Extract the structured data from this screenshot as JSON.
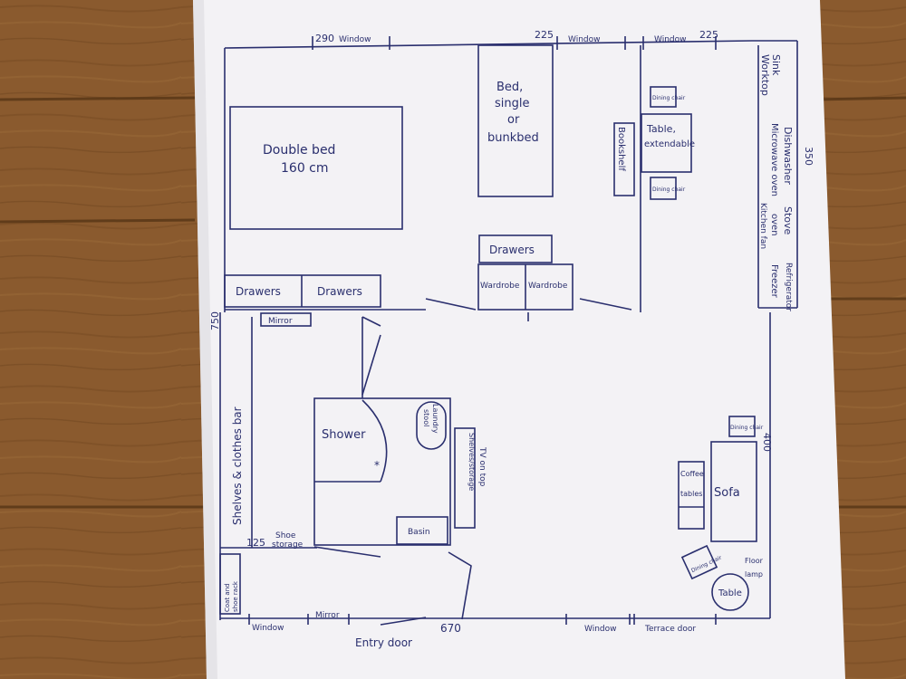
{
  "colors": {
    "wood": "#8a5a2e",
    "wood_dark": "#6e4520",
    "paper": "#f3f2f5",
    "ink": "#2a2f6e"
  },
  "rooms": {
    "double_bed": {
      "line1": "Double bed",
      "line2": "160 cm"
    },
    "single_bed": {
      "line1": "Bed,",
      "line2": "single",
      "line3": "or",
      "line4": "bunkbed"
    },
    "drawers_left": "Drawers",
    "drawers_right": "Drawers",
    "drawers_mid": "Drawers",
    "wardrobe_left": "Wardrobe",
    "wardrobe_right": "Wardrobe",
    "bookshelf": "Bookshelf",
    "dining_table": {
      "line1": "Table,",
      "line2": "extendable"
    },
    "dining_chair": "Dining chair",
    "kitchen_top": {
      "line1": "Sink",
      "line2": "Worktop"
    },
    "kitchen_mid": {
      "line1": "Dishwasher",
      "line2": "Microwave oven"
    },
    "kitchen_low": {
      "line1": "Stove",
      "line2": "oven",
      "line3": "Kitchen fan"
    },
    "kitchen_fridge": {
      "line1": "Refrigerator",
      "line2": "Freezer"
    },
    "mirror_top": "Mirror",
    "shelves": "Shelves & clothes bar",
    "shower": "Shower",
    "laundry": {
      "line1": "Laundry",
      "line2": "stool"
    },
    "tv": {
      "line1": "TV on top",
      "line2": "Shelves/storage"
    },
    "basin": "Basin",
    "shoe_storage": {
      "num": "125",
      "line1": "Shoe",
      "line2": "storage"
    },
    "coat_rack": {
      "line1": "Coat and",
      "line2": "shoe rack"
    },
    "coffee": {
      "line1": "Coffee",
      "line2": "tables"
    },
    "sofa": "Sofa",
    "dining_chair_sofa": "Dining chair",
    "dining_chair_diag": "Dining chair",
    "floor_lamp": {
      "line1": "Floor",
      "line2": "lamp"
    },
    "table": "Table"
  },
  "dimensions": {
    "top_left": "290",
    "top_mid": "225",
    "top_right": "225",
    "right_top": "350",
    "right_bottom": "400",
    "left": "750",
    "bottom": "670"
  },
  "labels": {
    "window": "Window",
    "mirror": "Mirror",
    "entry_door": "Entry door",
    "terrace_door": "Terrace door"
  }
}
